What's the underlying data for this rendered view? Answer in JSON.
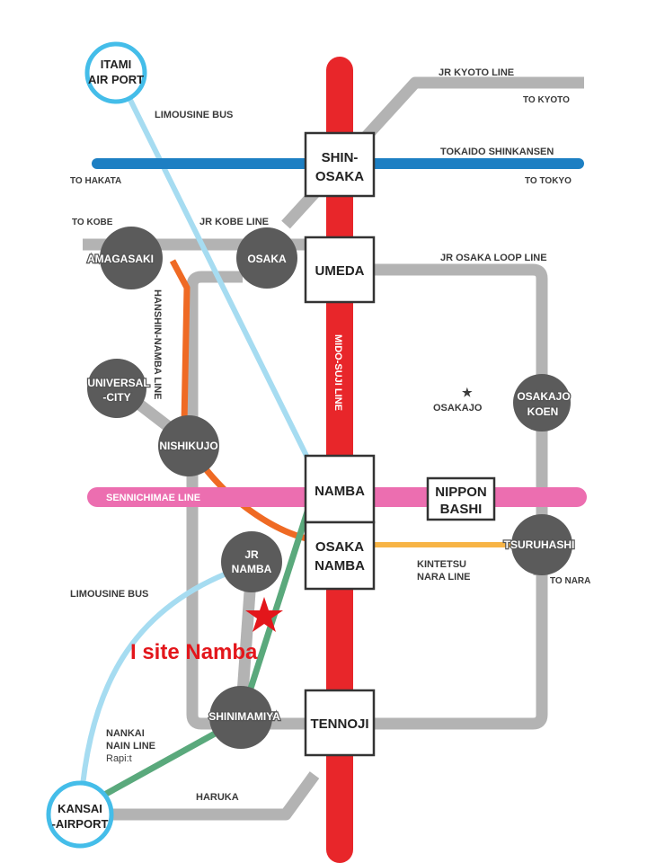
{
  "lines": {
    "jr_kyoto": "JR KYOTO LINE",
    "limousine_bus_top": "LIMOUSINE BUS",
    "tokaido": "TOKAIDO SHINKANSEN",
    "jr_kobe": "JR KOBE LINE",
    "jr_loop": "JR OSAKA LOOP LINE",
    "hanshin": "HANSHIN-NAMBA LINE",
    "midosuji": "MIDO-SUJI LINE",
    "sennichimae": "SENNICHIMAE LINE",
    "kintetsu_1": "KINTETSU",
    "kintetsu_2": "NARA LINE",
    "limousine_bus_bottom": "LIMOUSINE BUS",
    "nankai_1": "NANKAI",
    "nankai_2": "NAIN LINE",
    "nankai_3": "Rapi:t",
    "haruka": "HARUKA"
  },
  "destinations": {
    "to_kyoto": "TO KYOTO",
    "to_hakata": "TO HAKATA",
    "to_tokyo": "TO TOKYO",
    "to_kobe": "TO KOBE",
    "to_nara": "TO NARA"
  },
  "stations": {
    "itami_1": "ITAMI",
    "itami_2": "AIR PORT",
    "shin_osaka_1": "SHIN-",
    "shin_osaka_2": "OSAKA",
    "osaka": "OSAKA",
    "umeda": "UMEDA",
    "amagasaki": "AMAGASAKI",
    "universal_1": "UNIVERSAL",
    "universal_2": "-CITY",
    "nishikujo": "NISHIKUJO",
    "osakajo_koen_1": "OSAKAJO",
    "osakajo_koen_2": "KOEN",
    "namba": "NAMBA",
    "nippon_bashi_1": "NIPPON",
    "nippon_bashi_2": "BASHI",
    "osaka_namba_1": "OSAKA",
    "osaka_namba_2": "NAMBA",
    "tsuruhashi": "TSURUHASHI",
    "jr_namba_1": "JR",
    "jr_namba_2": "NAMBA",
    "shinimamiya": "SHINIMAMIYA",
    "tennoji": "TENNOJI",
    "kansai_1": "KANSAI",
    "kansai_2": "-AIRPORT"
  },
  "landmarks": {
    "osakajo": "OSAKAJO"
  },
  "highlight": {
    "label": "I site Namba"
  },
  "colors": {
    "midosuji": "#e8262a",
    "tokaido": "#1d7fc3",
    "jr_gray": "#b3b3b3",
    "sennichimae": "#ec6eb0",
    "hanshin": "#ef6a24",
    "limousine": "#a6dcf1",
    "nankai": "#5aa97c",
    "kintetsu": "#f7b446",
    "station_fill": "#5b5b5b",
    "highlight": "#e3161b"
  }
}
